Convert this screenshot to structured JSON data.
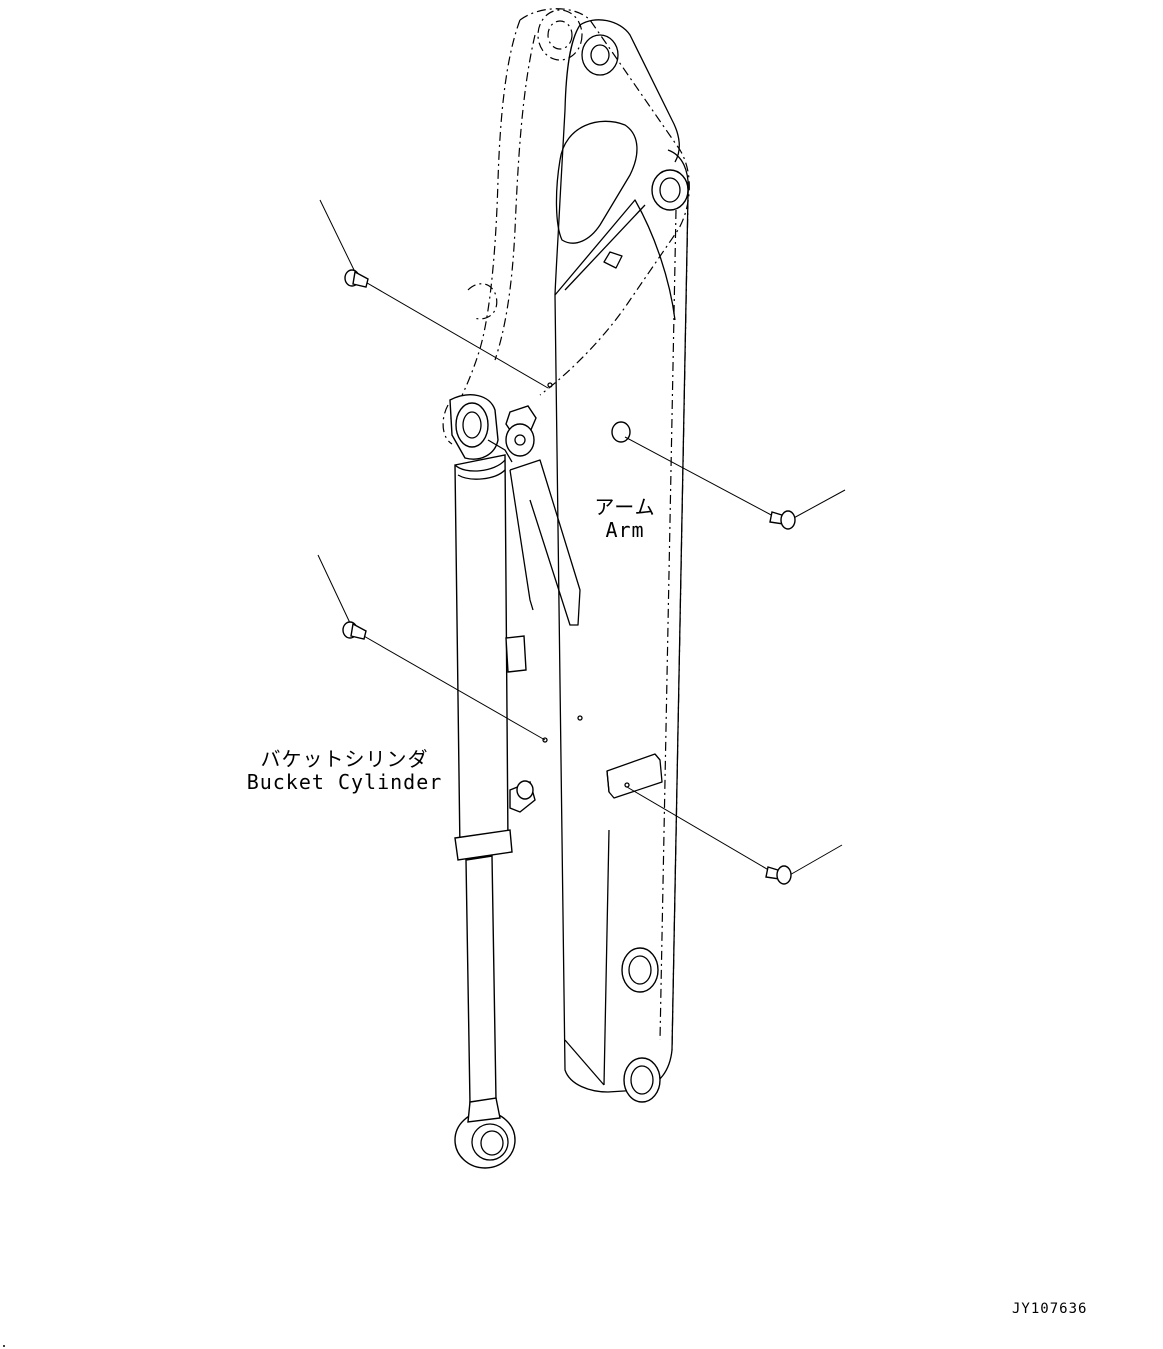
{
  "labels": {
    "arm_jp": "アーム",
    "arm_en": "Arm",
    "bucket_cylinder_jp": "バケットシリンダ",
    "bucket_cylinder_en": "Bucket Cylinder"
  },
  "drawing_id": "JY107636",
  "colors": {
    "line": "#000000",
    "background": "#ffffff"
  },
  "callouts": [
    {
      "id": "grease-fitting-1",
      "icon": "grease-fitting-icon"
    },
    {
      "id": "grease-fitting-2",
      "icon": "grease-fitting-icon"
    },
    {
      "id": "grease-fitting-3",
      "icon": "grease-fitting-icon"
    },
    {
      "id": "grease-fitting-4",
      "icon": "grease-fitting-icon"
    }
  ]
}
